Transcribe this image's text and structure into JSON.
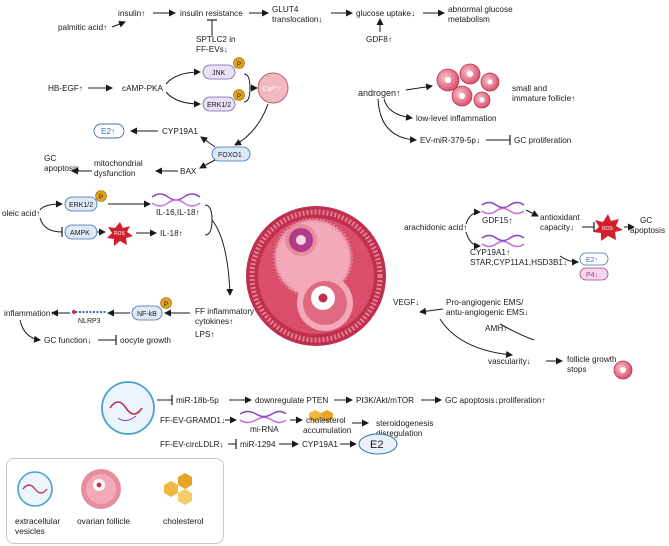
{
  "top": {
    "palmitic": "palmitic acid↑",
    "insulin": "insulin↑",
    "insulin_resistance": "insulin resistance",
    "glut4_1": "GLUT4",
    "glut4_2": "translocation↓",
    "glucose_uptake": "glucose uptake↓",
    "abnormal_1": "abnormal glucose",
    "abnormal_2": "metabolism",
    "sptlc2_1": "SPTLC2 in",
    "sptlc2_2": "FF-EVs↓",
    "gdf8": "GDF8↑"
  },
  "hbegf": {
    "hbegf": "HB-EGF↑",
    "camp": "cAMP-PKA",
    "jnk": "JNK",
    "erk": "ERK1/2",
    "p": "P",
    "ca": "Ca²⁺↑",
    "e2": "E2↑",
    "cyp": "CYP19A1",
    "foxo1": "FOXO1",
    "gc1": "GC",
    "gc2": "apoptosis",
    "mito1": "mitochondrial",
    "mito2": "dysfunction",
    "bax": "BAX"
  },
  "androgen": {
    "androgen": "androgen↑",
    "small1": "small and",
    "small2": "immature follicle↑",
    "lowlevel": "low-level inflammation",
    "mir379": "EV-miR-379-5p↓",
    "gcprolif": "GC proliferation"
  },
  "oleic": {
    "oleic": "oleic acid↑",
    "erk": "ERK1/2",
    "p": "P",
    "ampk": "AMPK",
    "ros": "ROS",
    "il16": "IL-16,IL-18↑",
    "il18": "IL-18↑",
    "nfkb": "NF-kB",
    "nlrp3": "NLRP3",
    "inflammation": "inflammation↑",
    "ff1": "FF inflammatory",
    "ff2": "cytokines↑",
    "lps": "LPS↑",
    "gcfunction": "GC function↓",
    "oocyte": "oocyte growth"
  },
  "arach": {
    "arach": "arachidonic acid↑",
    "gdf15": "GDF15↑",
    "antiox1": "antioxidant",
    "antiox2": "capacity↓",
    "ros": "ROS",
    "gc1": "GC",
    "gc2": "apoptosis",
    "cyp": "CYP19A1↑",
    "star": "STAR,CYP11A1,HSD3B1↓",
    "e2": "E2↑",
    "p4": "P4↓"
  },
  "vegf": {
    "vegf": "VEGF↓",
    "ems1": "Pro-angiogenic EMS/",
    "ems2": "antu-angiogenic EMS↓",
    "amh": "AMH↑",
    "vasc": "vascularity↓",
    "fg1": "follicle growth",
    "fg2": "stops"
  },
  "bottom": {
    "mir18b": "miR-18b-5p",
    "pten": "downregulate PTEN",
    "pi3k": "PI3K/Akt/mTOR",
    "gcapo": "GC apoptosis↓proliferation↑",
    "gramd1": "FF-EV-GRAMD1↓",
    "mirna": "mi-RNA",
    "chol1": "cholesterol",
    "chol2": "accumulation",
    "ster1": "steroidogenesis",
    "ster2": "disregulation",
    "circ": "FF-EV-circLDLR↓",
    "mir1294": "miR-1294",
    "cyp": "CYP19A1",
    "e2": "E2"
  },
  "legend": {
    "ev1": "extracellular",
    "ev2": "vesicles",
    "follicle": "ovarian follicle",
    "cholesterol": "cholesterol"
  },
  "colors": {
    "follicle_outer": "#c0304e",
    "follicle_inner": "#d94e6a",
    "follicle_pink": "#f3a9b8",
    "dna_purple": "#8a3fc0",
    "ros_red": "#d31f2b",
    "p_badge": "#e0a020",
    "node_blue": "#3f6fb5",
    "ev_blue": "#4aa0d0",
    "cholesterol": "#f0b840"
  }
}
